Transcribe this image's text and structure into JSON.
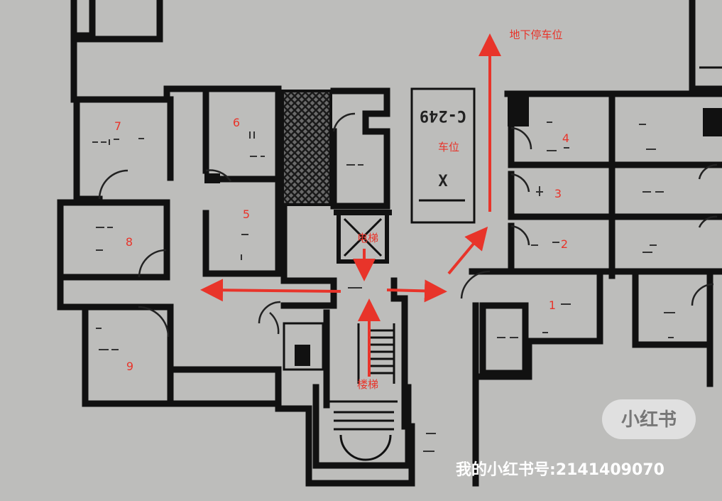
{
  "labels": {
    "room_7": "7",
    "room_6": "6",
    "room_5": "5",
    "room_8": "8",
    "room_9": "9",
    "room_4": "4",
    "room_3": "3",
    "room_2": "2",
    "room_1": "1",
    "parking_spot": "车位",
    "underground_parking": "地下停车位",
    "elevator": "电梯",
    "stairs": "楼梯"
  },
  "space_sign": {
    "code": "C-249",
    "mark": "X"
  },
  "watermark": {
    "logo": "小红书",
    "account": "我的小红书号:2141409070"
  },
  "colors": {
    "annotation_red": "#e8342a",
    "wall": "#111111",
    "paper": "#bdbdbb"
  }
}
